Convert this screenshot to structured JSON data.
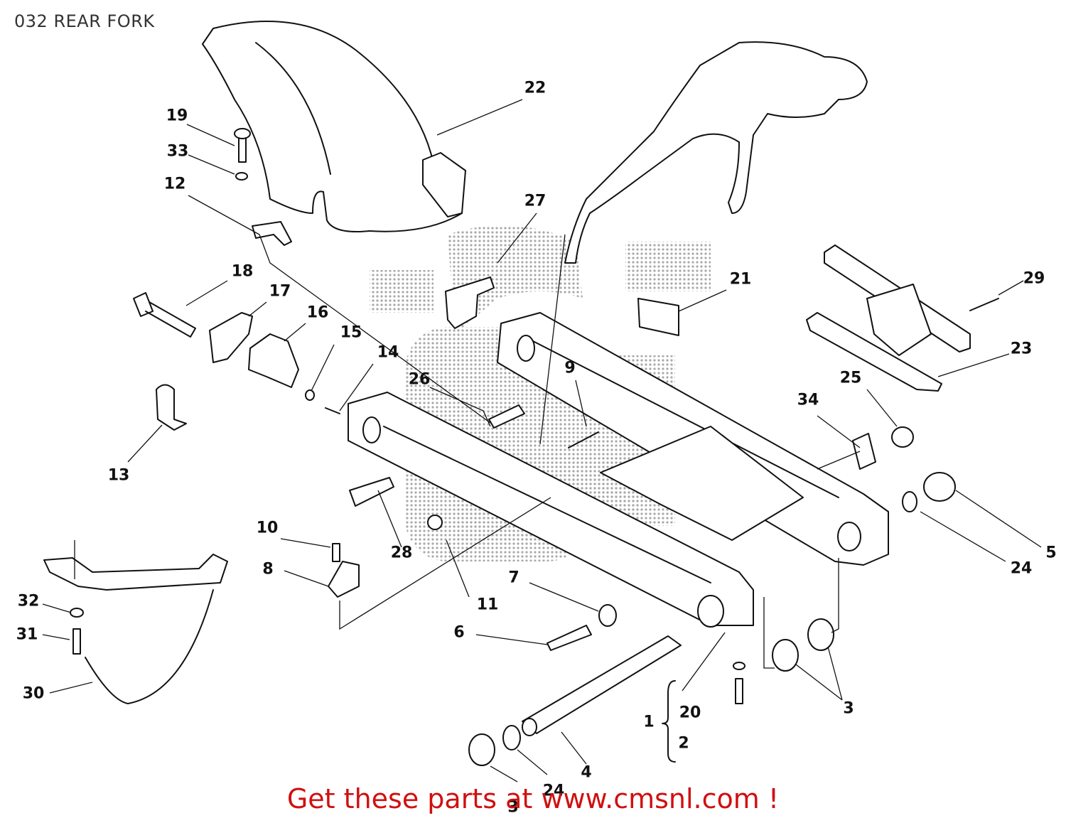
{
  "title": "032 REAR FORK",
  "promo": {
    "prefix": "Get these parts at",
    "link": "www.cmsnl.com",
    "suffix": "!"
  },
  "colors": {
    "line": "#111111",
    "promo": "#d01010",
    "watermark": "#9a9a9a"
  },
  "callouts": {
    "c1": "1",
    "c2": "2",
    "c3a": "3",
    "c3b": "3",
    "c4": "4",
    "c5": "5",
    "c6": "6",
    "c7": "7",
    "c8": "8",
    "c9": "9",
    "c10": "10",
    "c11": "11",
    "c12": "12",
    "c13": "13",
    "c14": "14",
    "c15": "15",
    "c16": "16",
    "c17": "17",
    "c18": "18",
    "c19": "19",
    "c20": "20",
    "c21": "21",
    "c22": "22",
    "c23": "23",
    "c24a": "24",
    "c24b": "24",
    "c25": "25",
    "c26": "26",
    "c27": "27",
    "c28": "28",
    "c29": "29",
    "c30": "30",
    "c31": "31",
    "c32": "32",
    "c33": "33",
    "c34": "34"
  }
}
